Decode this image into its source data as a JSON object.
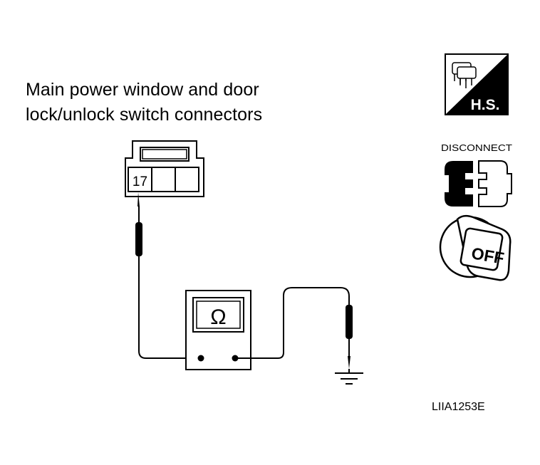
{
  "title": {
    "line1": "Main power window and door",
    "line2": "lock/unlock switch connectors"
  },
  "connector": {
    "terminal_label": "17"
  },
  "meter": {
    "symbol": "Ω",
    "icon": "ohmmeter-icon"
  },
  "icons": {
    "harness_side": {
      "label": "H.S.",
      "icon": "harness-side-icon"
    },
    "disconnect": {
      "label": "DISCONNECT",
      "icon": "disconnect-connector-icon"
    },
    "ignition": {
      "label": "OFF",
      "icon": "ignition-key-off-icon"
    }
  },
  "figure_code": "LIIA1253E",
  "colors": {
    "line": "#000000",
    "background": "#ffffff"
  }
}
